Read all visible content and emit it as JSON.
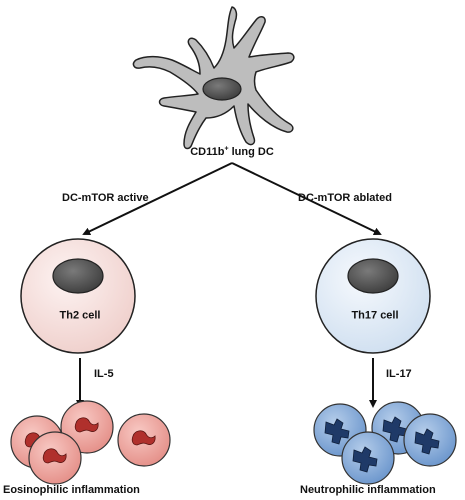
{
  "dc": {
    "label": "CD11b",
    "label_sup": "+",
    "label_tail": " lung DC"
  },
  "branches": {
    "left": "DC-mTOR active",
    "right": "DC-mTOR ablated"
  },
  "th2": {
    "label": "Th2 cell",
    "cytokine": "IL-5",
    "outcome": "Eosinophilic inflammation"
  },
  "th17": {
    "label": "Th17 cell",
    "cytokine": "IL-17",
    "outcome": "Neutrophilic inflammation"
  },
  "colors": {
    "dc_fill": "#bdbdbd",
    "nucleus": "#5a5a5a",
    "th2_cell": "#f7e1df",
    "th17_cell": "#e3edf7",
    "eosinophil": "#f1a59f",
    "eosinophil_nucleus": "#b0302c",
    "neutrophil": "#7da6d9",
    "neutrophil_nucleus": "#1f3a68"
  }
}
